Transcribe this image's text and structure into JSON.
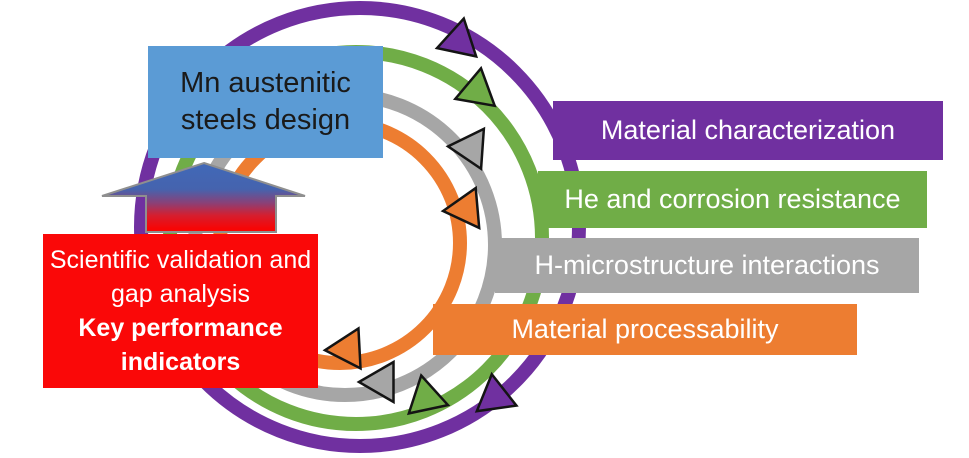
{
  "design_box": {
    "text": "Mn austenitic steels design"
  },
  "validation_box": {
    "text_regular": "Scientific validation and gap analysis",
    "text_bold": "Key performance indicators"
  },
  "flows": [
    {
      "label": "Material characterization",
      "color": "#7030A0"
    },
    {
      "label": "He and corrosion resistance",
      "color": "#70AD47"
    },
    {
      "label": "H-microstructure interactions",
      "color": "#A6A6A6"
    },
    {
      "label": "Material processability",
      "color": "#ED7D31"
    }
  ],
  "colors": {
    "background": "#FFFFFF",
    "design_box_bg": "#5B9BD5",
    "design_box_text": "#1A1A1A",
    "validation_box_bg": "#FA0808",
    "validation_box_text": "#FFFFFF",
    "bar_text": "#FFFFFF",
    "arrowhead_outline": "#141414",
    "arrow_outline": "#8F8F8F"
  },
  "arrow_gradient": {
    "top": "#4169B8",
    "upper": "#4563AE",
    "middle": "#8A4077",
    "lower": "#D61E2E",
    "bottom": "#F70505"
  }
}
